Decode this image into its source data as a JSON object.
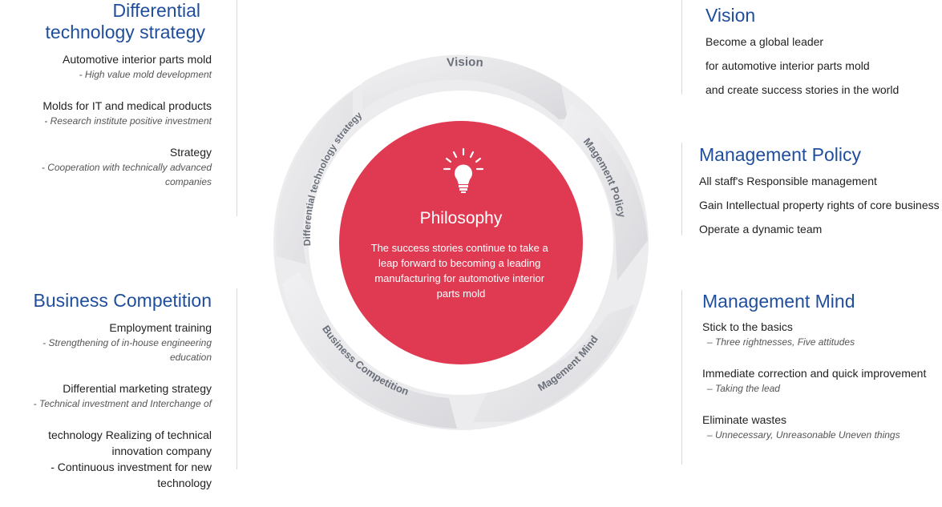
{
  "colors": {
    "accent_blue": "#1f4e9c",
    "philosophy_red": "#e03a52",
    "ring_gray": "#e6e6e8"
  },
  "left_top": {
    "title_line1": "Differential",
    "title_line2": "technology strategy",
    "items": [
      {
        "main": "Automotive interior parts mold",
        "sub": "- High value mold development"
      },
      {
        "main": "Molds for IT and medical products",
        "sub": "- Research institute positive investment"
      },
      {
        "main": "Strategy",
        "sub": "- Cooperation with technically advanced  companies"
      }
    ]
  },
  "left_bottom": {
    "title": "Business Competition",
    "items": [
      {
        "main": "Employment training",
        "sub": "- Strengthening of in-house engineering education"
      },
      {
        "main": "Differential marketing strategy",
        "sub": "- Technical investment and Interchange of"
      },
      {
        "main1": "technology Realizing of technical",
        "main2": "innovation company",
        "sub": "- Continuous investment for new technology"
      }
    ]
  },
  "right_vision": {
    "title": "Vision",
    "lines": [
      "Become a global leader",
      "for automotive interior parts mold",
      "and create success stories in the world"
    ]
  },
  "right_policy": {
    "title": "Management Policy",
    "lines": [
      "All staff's Responsible management",
      "Gain Intellectual property rights of core business",
      "Operate a dynamic team"
    ]
  },
  "right_mind": {
    "title": "Management Mind",
    "items": [
      {
        "main": "Stick to the basics",
        "sub": "– Three rightnesses, Five attitudes"
      },
      {
        "main": "Immediate correction and quick improvement",
        "sub": "– Taking the lead"
      },
      {
        "main": "Eliminate wastes",
        "sub": "– Unnecessary, Unreasonable Uneven things"
      }
    ]
  },
  "ring_labels": {
    "vision": "Vision",
    "policy": "Magement Policy",
    "mind": "Magement Mind",
    "competition": "Business Competition",
    "strategy": "Differential technology strategy"
  },
  "center": {
    "icon": "lightbulb-icon",
    "title": "Philosophy",
    "text_lines": [
      "The success stories continue to take a",
      "leap forward to becoming a leading",
      "manufacturing for automotive interior",
      "parts mold"
    ]
  }
}
